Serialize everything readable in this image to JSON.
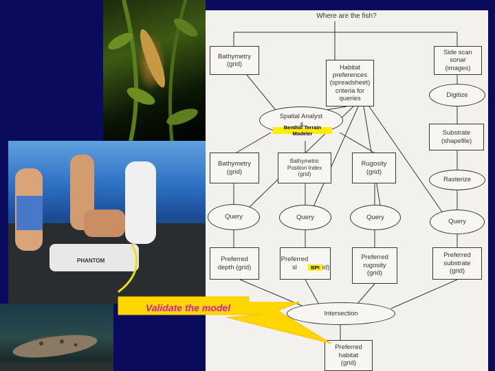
{
  "diagram": {
    "title": "Where are the fish?",
    "nodes": {
      "bathymetry_top": "Bathymetry\n(grid)",
      "habitat_prefs": "Habitat\npreferences\n(spreadsheet)\ncriteria for\nqueries",
      "sidescan": "Side scan sonar\n(images)",
      "digitize": "Digitize",
      "spatial_analyst": "Spatial Analyst",
      "btm_ampersand": "&",
      "btm_label": "Benthic Terrain Modeler",
      "substrate": "Substrate\n(shapefile)",
      "bathymetry_mid": "Bathymetry\n(grid)",
      "bpi_grid": "Bathymetric\nPosition Index\n(grid)",
      "rugosity": "Rugosity\n(grid)",
      "rasterize": "Rasterize",
      "query_1": "Query",
      "query_2": "Query",
      "query_3": "Query",
      "query_4": "Query",
      "pref_depth": "Preferred\ndepth (grid)",
      "pref_slope_left": "Preferred\nsl",
      "pref_slope_bpi": "BPI",
      "pref_slope_right": "id)",
      "pref_rugosity": "Preferred\nrugosity\n(grid)",
      "pref_substrate": "Preferred\nsubstrate\n(grid)",
      "intersection": "Intersection",
      "pref_habitat": "Preferred\nhabitat\n(grid)"
    }
  },
  "callout": {
    "label": "Validate the model",
    "text_color": "#e01aa8",
    "bolt_color": "#ffd700"
  },
  "colors": {
    "background": "#0b0b5e",
    "diagram_bg": "#f3f1ee",
    "highlight": "#ffee00"
  },
  "photos": {
    "boat_text": "PHANTOM"
  }
}
